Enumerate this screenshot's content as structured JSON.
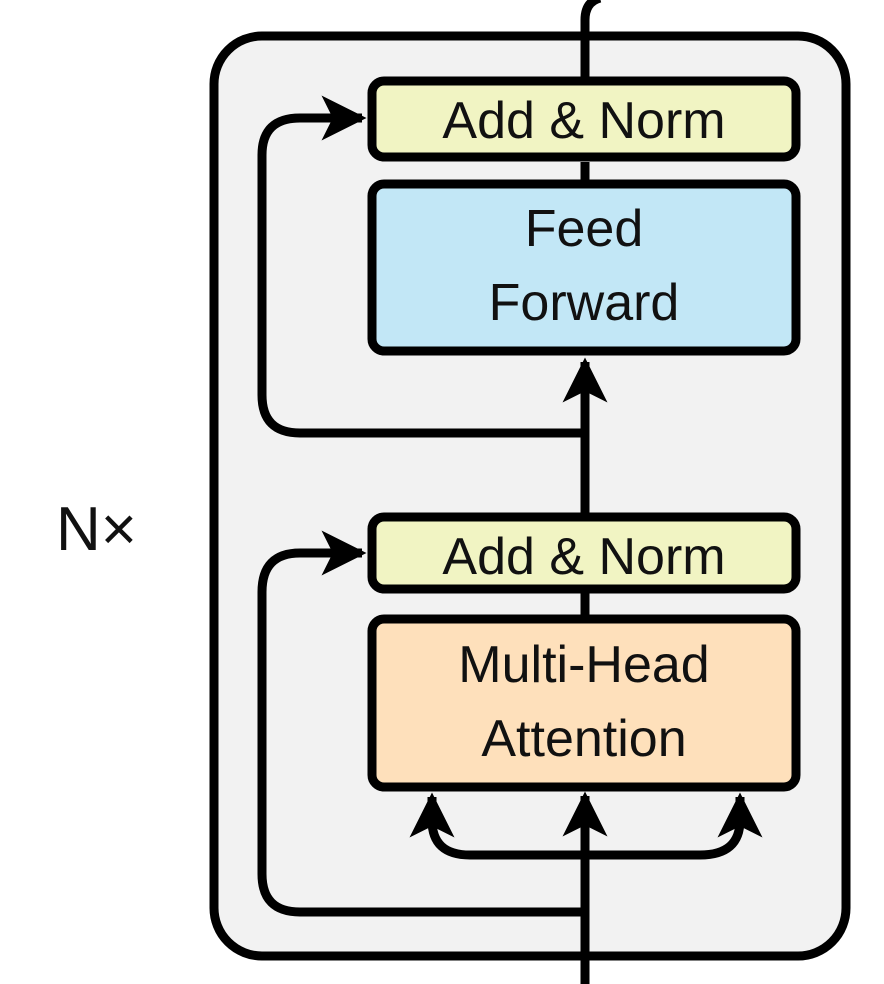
{
  "repeat_label": "N×",
  "blocks": {
    "add_norm_top": "Add & Norm",
    "feed_forward": [
      "Feed",
      "Forward"
    ],
    "add_norm_bottom": "Add & Norm",
    "attention": [
      "Multi-Head",
      "Attention"
    ]
  },
  "colors": {
    "container": "#f2f2f2",
    "add_norm": "#f1f4c3",
    "feed_forward": "#c2e7f6",
    "attention": "#fee0bb",
    "stroke": "#000000"
  }
}
